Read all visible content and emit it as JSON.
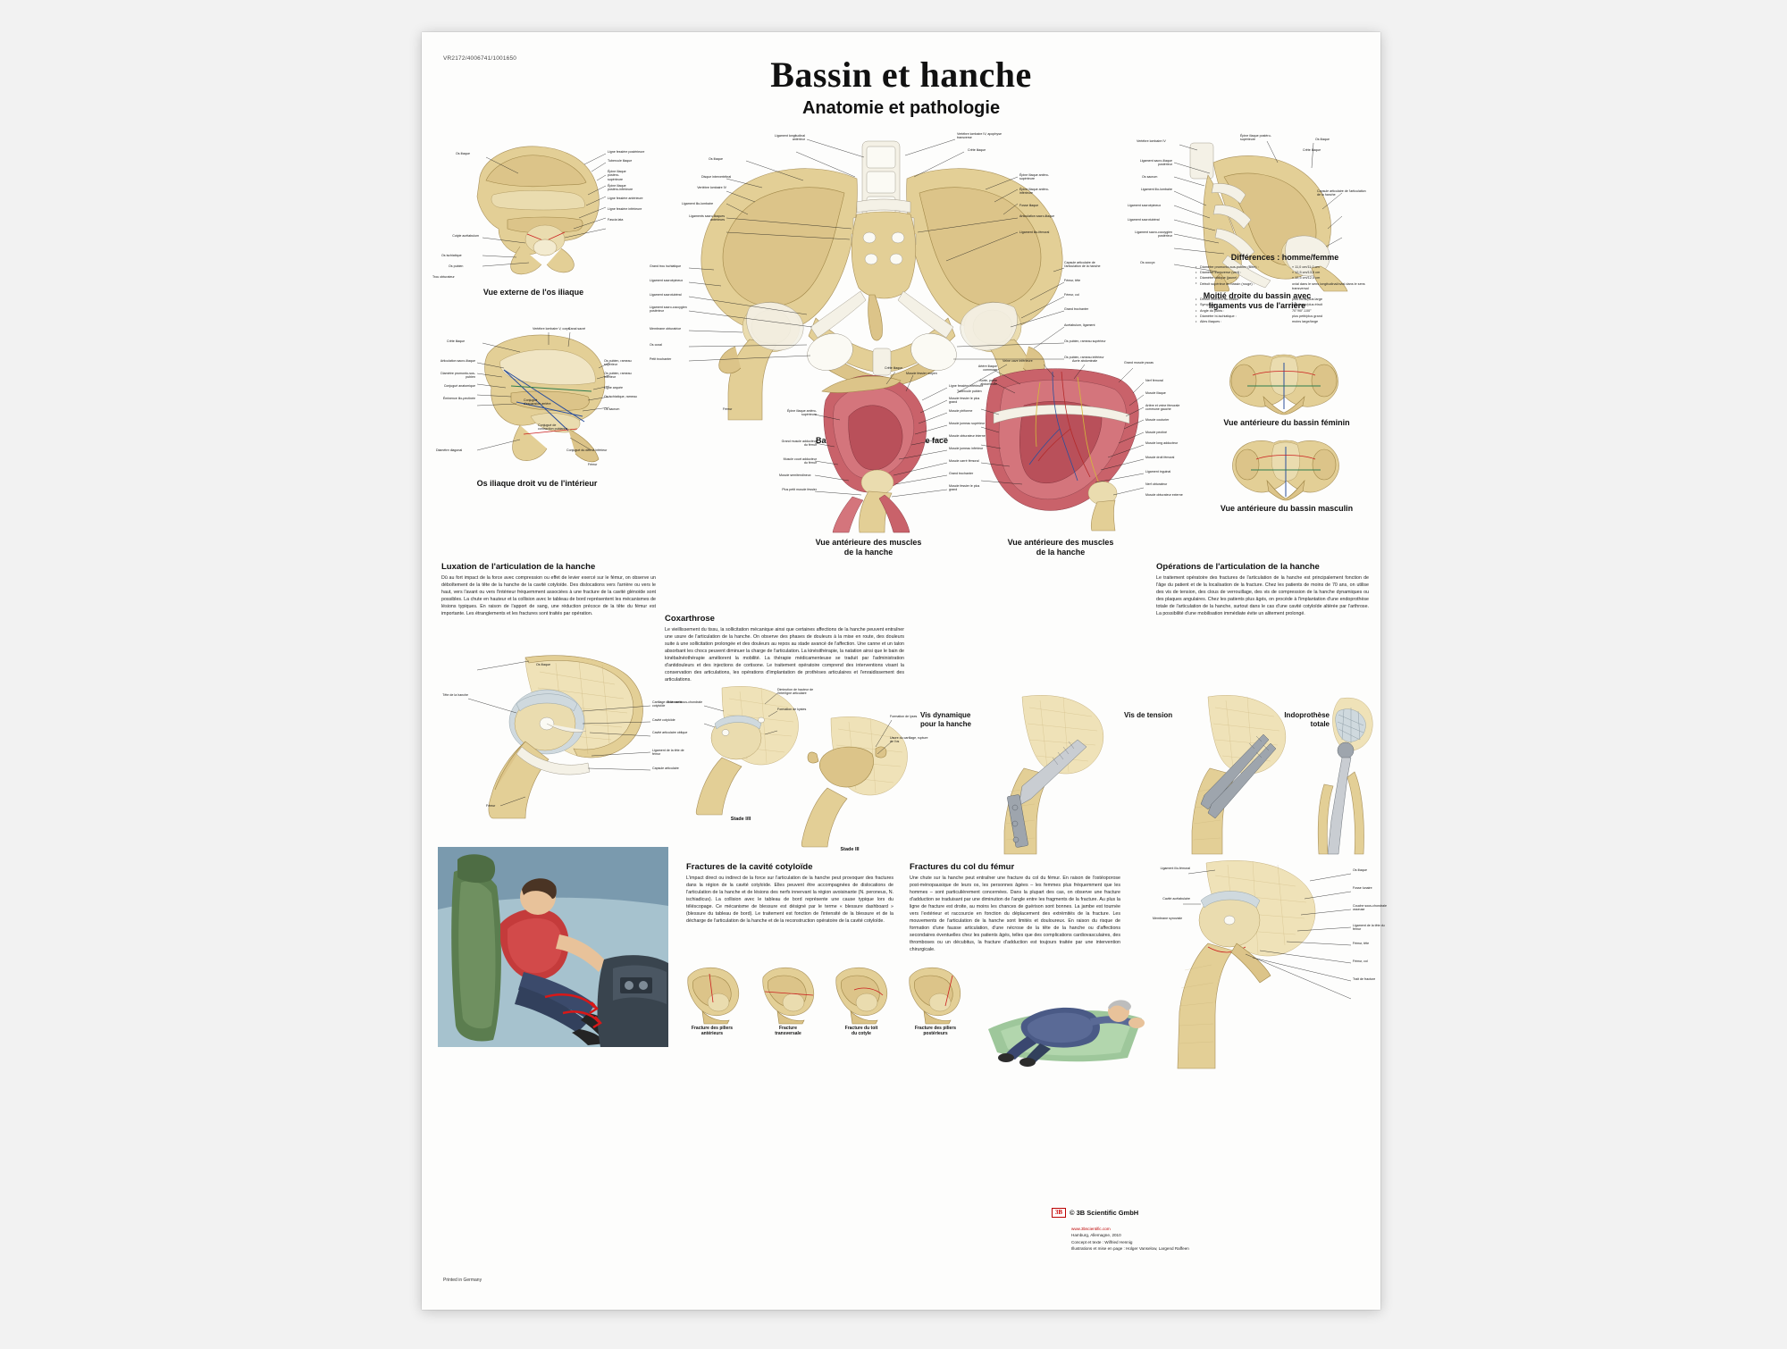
{
  "meta": {
    "catalog_number": "VR2172/4006741/1001650",
    "printed_in": "Printed in Germany"
  },
  "header": {
    "title": "Bassin et hanche",
    "subtitle": "Anatomie et pathologie"
  },
  "figures": {
    "iliac_external": {
      "caption": "Vue externe de l'os iliaque"
    },
    "iliac_internal": {
      "caption": "Os iliaque droit vu de l'intérieur"
    },
    "pelvis_anterior": {
      "caption": "Bassin avec ligaments vus de face"
    },
    "pelvis_posterior": {
      "caption": "Moitié droite du bassin avec\nligaments vus de l'arrière"
    },
    "pelvis_female": {
      "caption": "Vue antérieure du bassin féminin"
    },
    "pelvis_male": {
      "caption": "Vue antérieure du bassin masculin"
    },
    "muscles_left": {
      "caption": "Vue antérieure des muscles\nde la hanche"
    },
    "muscles_right": {
      "caption": "Vue antérieure des muscles\nde la hanche"
    }
  },
  "differences": {
    "title": "Différences : homme/femme",
    "rows": [
      {
        "key": "Diamètre promonto-sus-pubien (Bltm) :",
        "value": "« 11,0 cm/11,0 cm"
      },
      {
        "key": "Diamètre transverse (vert) :",
        "value": "» 12,5 cm/13,5 cm"
      },
      {
        "key": "Diamètre oblique (jaune) :",
        "value": "» 12,5 cm/12,5 cm"
      },
      {
        "key": "Détroit supérieur du bassin (rouge) :",
        "value": "ovial dans le sens longitudinal/ovial dans le sens transversal"
      },
      {
        "key": "Détroit inférieur du bassin :",
        "value": "plus étroit/plus large"
      },
      {
        "key": "Symphyse :",
        "value": "plus large/plus étroit"
      },
      {
        "key": "Angle du pubis :",
        "value": "70°/90°-100°"
      },
      {
        "key": "Diamètre bi-ischiatique :",
        "value": "plus petit/plus grand"
      },
      {
        "key": "Ailes iliaques :",
        "value": "moins large/large"
      }
    ]
  },
  "sections": {
    "luxation": {
      "heading": "Luxation de l'articulation de la hanche",
      "body": "Dû au fort impact de la force avec compression ou effet de levier exercé sur le fémur, on observe un déboîtement de la tête de la hanche de la cavité cotyloïde. Des dislocations vers l'arrière ou vers le haut, vers l'avant ou vers l'intérieur fréquemment associées à une fracture de la cavité glénoïde sont possibles. La chute en hauteur et la collision avec le tableau de bord représentent les mécanismes de lésions typiques. En raison de l'apport de sang, une réduction précoce de la tête du fémur est importante. Les étranglements et les fractures sont traités par opération."
    },
    "coxarthrose": {
      "heading": "Coxarthrose",
      "body": "Le vieillissement du tissu, la sollicitation mécanique ainsi que certaines affections de la hanche peuvent entraîner une usure de l'articulation de la hanche. On observe des phases de douleurs à la mise en route, des douleurs suite à une sollicitation prolongée et des douleurs au repos au stade avancé de l'affection. Une canne et un talon absorbant les chocs peuvent diminuer la charge de l'articulation. La kinésithérapie, la natation ainsi que le bain de kinébalnéothérapie améliorent la mobilité. La thérapie médicamenteuse se traduit par l'administration d'antidouleurs et des injections de cortisone. Le traitement opératoire comprend des interventions visant la conservation des articulations, les opérations d'implantation de prothèses articulaires et l'enraidissement des articulations."
    },
    "operations": {
      "heading": "Opérations de l'articulation de la hanche",
      "body": "Le traitement opératoire des fractures de l'articulation de la hanche est principalement fonction de l'âge du patient et de la localisation de la fracture. Chez les patients de moins de 70 ans, on utilise des vis de tension, des clous de verrouillage, des vis de compression de la hanche dynamiques ou des plaques angulaires. Chez les patients plus âgés, on procède à l'implantation d'une endoprothèse totale de l'articulation de la hanche, surtout dans le cas d'une cavité cotyloïde altérée par l'arthrose. La possibilité d'une mobilisation immédiate évite un alitement prolongé."
    },
    "fractures_cavite": {
      "heading": "Fractures de la cavité cotyloïde",
      "body": "L'impact direct ou indirect de la force sur l'articulation de la hanche peut provoquer des fractures dans la région de la cavité cotyloïde. Elles peuvent être accompagnées de dislocations de l'articulation de la hanche et de lésions des nerfs innervant la région avoisinante (N. peroneus, N. ischiadicus). La collision avec le tableau de bord représente une cause typique lors du téléscopage. Ce mécanisme de blessure est désigné par le terme « blessure dashboard » (blessure du tableau de bord). Le traitement est fonction de l'intensité de la blessure et de la décharge de l'articulation de la hanche et de la reconstruction opératoire de la cavité cotyloïde."
    },
    "fractures_col": {
      "heading": "Fractures du col du fémur",
      "body": "Une chute sur la hanche peut entraîner une fracture du col du fémur. En raison de l'ostéoporose post-ménopausique de leurs os, les personnes âgées – les femmes plus fréquemment que les hommes – sont particulièrement concernées. Dans la plupart des cas, on observe une fracture d'adduction se traduisant par une diminution de l'angle entre les fragments de la fracture. Au plus la ligne de fracture est droite, au moins les chances de guérison sont bonnes. La jambe est tournée vers l'extérieur et raccourcie en fonction du déplacement des extrémités de la fracture. Les mouvements de l'articulation de la hanche sont limités et douloureux. En raison du risque de formation d'une fausse articulation, d'une nécrose de la tête de la hanche ou d'affections secondaires éventuelles chez les patients âgés, telles que des complications cardiovasculaires, des thromboses ou un décubitus, la fracture d'adduction est toujours traitée par une intervention chirurgicale."
    }
  },
  "implants": [
    {
      "label": "Vis dynamique\npour la hanche"
    },
    {
      "label": "Vis de tension"
    },
    {
      "label": "Indoprothèse\ntotale"
    }
  ],
  "fracture_types": [
    {
      "label": "Fracture des piliers\nantérieurs"
    },
    {
      "label": "Fracture\ntransversale"
    },
    {
      "label": "Fracture du toit\ndu cotyle"
    },
    {
      "label": "Fracture des piliers\npostérieurs"
    }
  ],
  "coxarthrose_stages": [
    {
      "label": "Stade I/II"
    },
    {
      "label": "Stade III"
    }
  ],
  "labels": {
    "iliac_external": [
      "Os iliaque",
      "Ligne fessière postérieure",
      "Tubercule iliaque",
      "Épine iliaque postéro-supérieure",
      "Épine iliaque postéro-inférieure",
      "Ligne fessière antérieure",
      "Ligne fessière inférieure",
      "Fascia lata",
      "Cotyle acétabulum",
      "Os ischiatique",
      "Os pubien",
      "Trou obturateur"
    ],
    "iliac_internal": [
      "Crête iliaque",
      "Vertèbre lombaire V, corps",
      "Canal sacré",
      "Articulation sacro-iliaque",
      "Diamètre promonto-sus-pubien",
      "Conjugué anatomique",
      "Éminence ilio-pectinée",
      "Os pubien, rameau supérieur",
      "Os pubien, rameau inférieur",
      "Ligne arquée",
      "Os ischiatique, rameau",
      "Os sacrum",
      "Diamètre diagonal",
      "Conjugué du détroit inférieur",
      "Conjugué d'expansion arrière",
      "Conjugué de contraction pubienne",
      "Fémur"
    ],
    "pelvis_anterior": [
      "Ligament longitudinal antérieur",
      "Vertèbre lombaire IV, apophyse transverse",
      "Vertèbre lombaire IV, apophyse transverse",
      "Os iliaque",
      "Crête iliaque",
      "Disque intervertébral",
      "Vertèbre lombaire IV",
      "Ligament ilio-lombaire",
      "Ligament sacro-iliaque antérieur",
      "Ligaments sacro-iliaques antérieurs",
      "Épine iliaque antéro-supérieure",
      "Épine iliaque antéro-inférieure",
      "Fosse iliaque",
      "Articulation sacro-iliaque",
      "Ligament ilio-fémoral",
      "Capsule articulaire de l'articulation de la hanche",
      "Fémur, tête",
      "Fémur, col",
      "Grand trochanter",
      "Acetabulum, ligament",
      "Os coxal",
      "Grand trou ischiatique",
      "Ligament sacroépineux",
      "Ligament sacrotubéral",
      "Ligament sacro-coccygien postérieur",
      "Membrane obturatrice",
      "Petit trochanter",
      "Os pubien, rameau supérieur",
      "Os pubien, rameau inférieur",
      "Symphyse pubienne",
      "Tubercule pubien",
      "Fémur",
      "Ligament pubofémoral"
    ],
    "pelvis_posterior": [
      "Vertèbre lombaire IV",
      "Épine iliaque postéro-supérieure",
      "Os iliaque",
      "Crête iliaque",
      "Ligament sacro-iliaque postérieur",
      "Os sacrum",
      "Ligament ilio-lombaire",
      "Ligament sacroépineux",
      "Ligament sacrotubéral",
      "Ligament sacro-coccygien postérieur",
      "Os coccyx",
      "Capsule articulaire de l'articulation de la hanche"
    ],
    "muscles_left": [
      "Crête iliaque",
      "Muscle fessier moyen",
      "Crête iliaque",
      "Épine iliaque antéro-supérieure",
      "Ligne fessière inférieure",
      "Muscle fessier le plus grand",
      "Muscle piriforme",
      "Muscle jumeau supérieur",
      "Muscle obturateur interne",
      "Muscle jumeau inférieur",
      "Muscle carré fémoral",
      "Grand trochanter",
      "Grand muscle adducteur du fémur",
      "Muscle court adducteur du fémur",
      "Muscle semitendineux",
      "Plus petit muscle fessier",
      "Muscle fessier le plus grand"
    ],
    "muscles_right": [
      "Veine cave inférieure",
      "Aorte abdominale",
      "Grand muscle psoas",
      "Artère iliaque commune",
      "Aorte, partie abdominale",
      "Nerf fémoral",
      "Muscle iliaque",
      "Artère et veine fémorale commune gauche",
      "Muscle couturier",
      "Muscle pectiné",
      "Muscle long adducteur",
      "Muscle droit fémoral",
      "Ligament inguinal",
      "Muscle pectiné",
      "Nerf obturateur",
      "Muscle obturateur externe"
    ],
    "coxarthrose_fig": [
      "Os iliaque",
      "Tête de la hanche",
      "Cartilage de la cavité cotyloïde",
      "Cavité cotyloïde",
      "Cavité articulaire oblique",
      "Ligament de la tête de fémur",
      "Capsule articulaire",
      "Fémur",
      "Sclérose sous-chondrale",
      "Diminution de hauteur de l'interligne articulaire",
      "Formation de kystes",
      "Usure du cartilage, rupture de l'os",
      "Formation de lyses"
    ],
    "fracture_col_fig": [
      "Os iliaque",
      "Ligament ilio-fémoral",
      "Cavité acétabulaire",
      "Membrane synoviale",
      "Fosse lunaire",
      "Couche sous-chondrale osseuse",
      "Ligament de la tête du fémur",
      "Fémur, tête",
      "Fémur, col",
      "Trait de fracture"
    ]
  },
  "brand": {
    "name": "© 3B Scientific GmbH",
    "website": "www.3bscientific.com",
    "line1": "Hamburg, Allemagne, 2010",
    "line2": "Concept et texte : Wilfried Hennig",
    "line3": "Illustrations et mise en page : Holger Vanselow, Largend Raffeen"
  }
}
